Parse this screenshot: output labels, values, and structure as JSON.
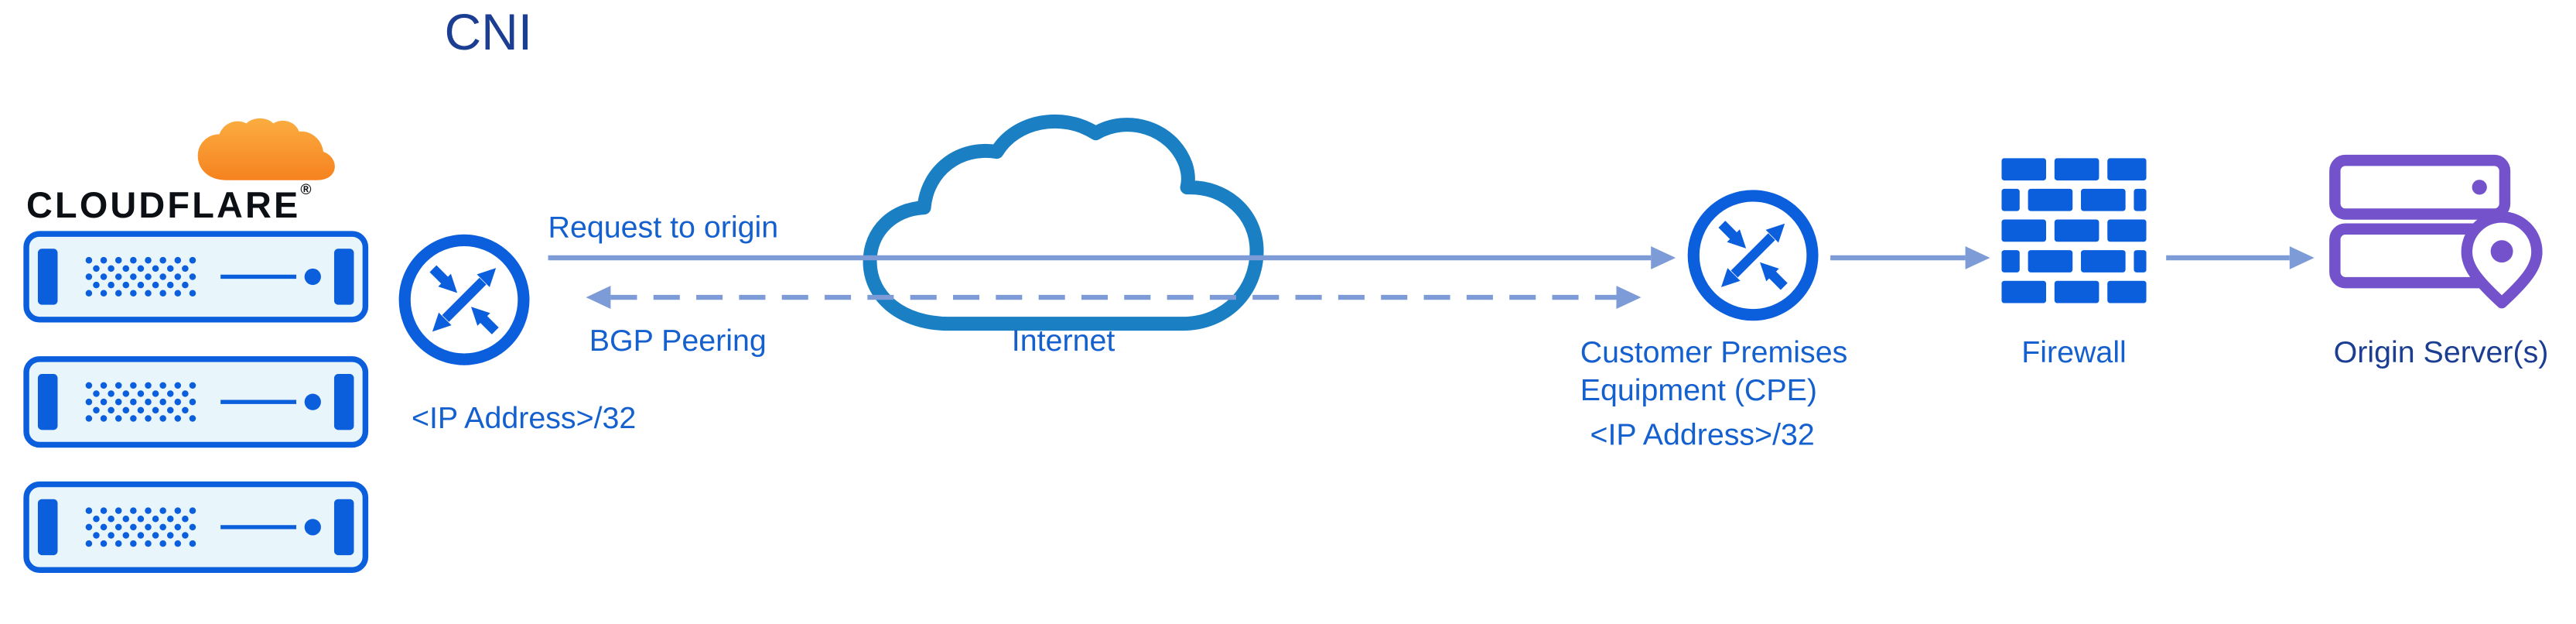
{
  "title": "CNI",
  "colors": {
    "blue": "#0b5fdd",
    "text_blue": "#1560cf",
    "navy": "#1c3e92",
    "arrow": "#7d9bd6",
    "cloud_blue": "#1b7fc4",
    "purple": "#7452cc",
    "server_fill": "#e8f6fb",
    "orange": "#f6821f",
    "orange_light": "#fbad41",
    "logo_text": "#0c0f14"
  },
  "cloudflare": {
    "wordmark": "CLOUDFLARE",
    "registered": "®"
  },
  "edge_router": {
    "ip_label": "<IP Address>/32"
  },
  "links": {
    "request": "Request to origin",
    "bgp": "BGP Peering"
  },
  "internet": {
    "label": "Internet"
  },
  "cpe": {
    "name_line1": "Customer Premises",
    "name_line2": "Equipment (CPE)",
    "ip_label": "<IP Address>/32"
  },
  "firewall": {
    "label": "Firewall"
  },
  "origin": {
    "label": "Origin Server(s)"
  }
}
